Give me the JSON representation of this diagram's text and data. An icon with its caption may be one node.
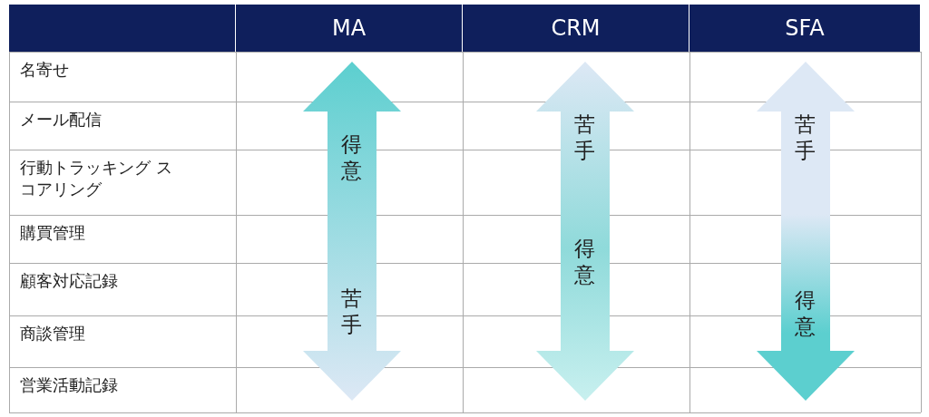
{
  "diagram": {
    "labels": [
      "MA",
      "CRM",
      "SFA",
      "名寄せ",
      "メール配信",
      "行動トラッキング スコアリング",
      "購買管理",
      "顧客対応記録",
      "商談管理",
      "営業活動記録",
      "得意",
      "苦手",
      "苦手",
      "得意",
      "苦手",
      "得意"
    ]
  }
}
